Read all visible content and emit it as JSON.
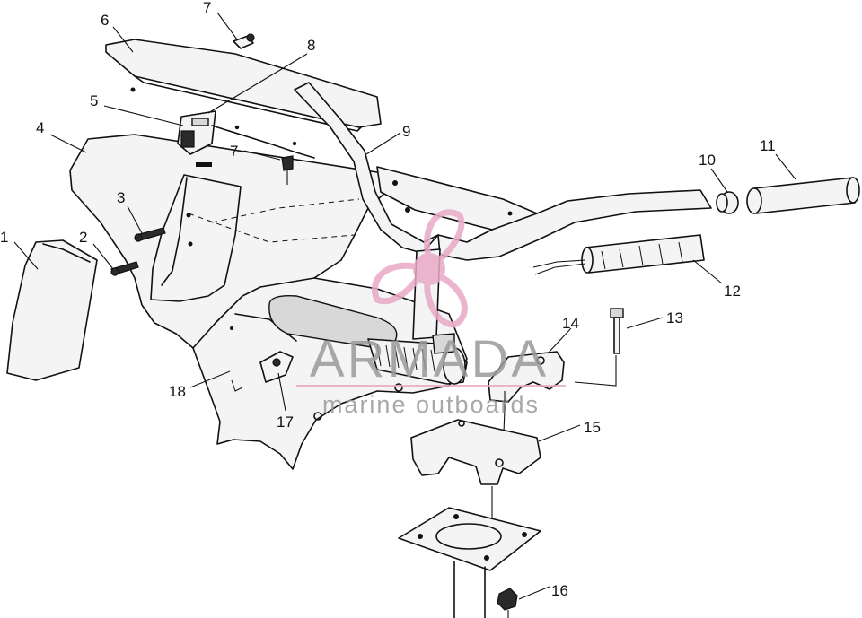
{
  "diagram": {
    "callouts": [
      "1",
      "2",
      "3",
      "4",
      "5",
      "6",
      "7",
      "7",
      "8",
      "9",
      "10",
      "11",
      "12",
      "13",
      "14",
      "15",
      "16",
      "17",
      "18"
    ]
  },
  "watermark": {
    "brand": "ARMADA",
    "tagline": "marine outboards",
    "logo_color": "#e8a9c6",
    "text_color": "#9a9a9a"
  }
}
